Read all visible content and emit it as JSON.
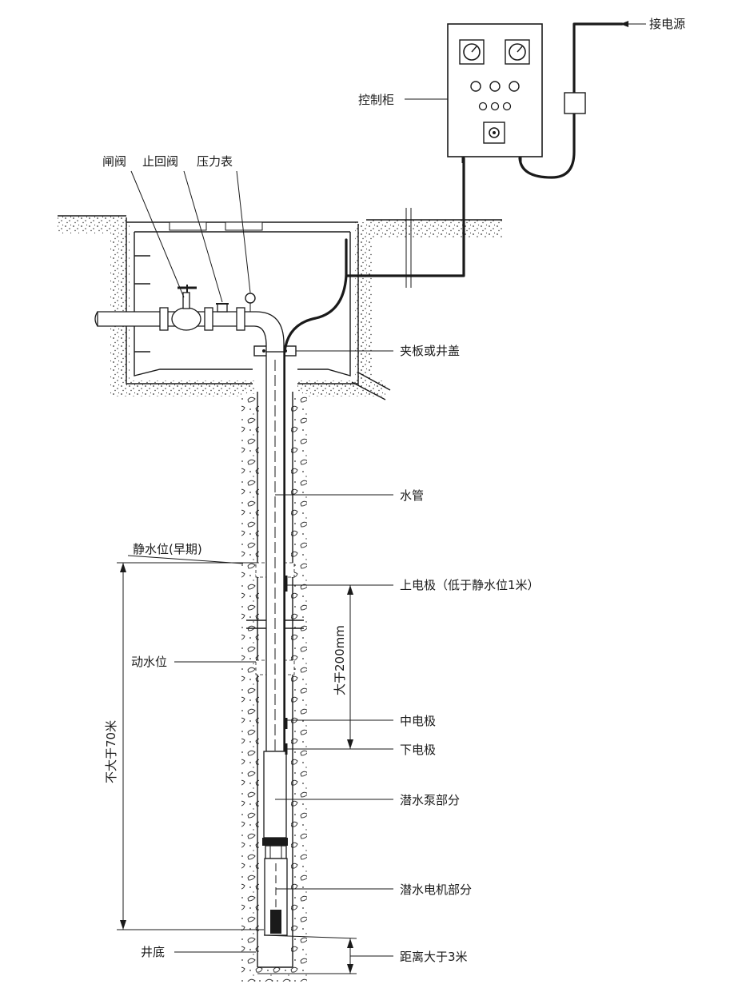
{
  "labels": {
    "power": "接电源",
    "cabinet": "控制柜",
    "gate_valve": "闸阀",
    "check_valve": "止回阀",
    "pressure_gauge": "压力表",
    "clamp": "夹板或井盖",
    "water_pipe": "水管",
    "static_level": "静水位(早期)",
    "upper_electrode": "上电极（低于静水位1米）",
    "dynamic_level": "动水位",
    "gt200": "大于200mm",
    "max70": "不大于70米",
    "mid_electrode": "中电极",
    "low_electrode": "下电极",
    "pump": "潜水泵部分",
    "motor": "潜水电机部分",
    "well_bottom": "井底",
    "gt3": "距离大于3米"
  }
}
